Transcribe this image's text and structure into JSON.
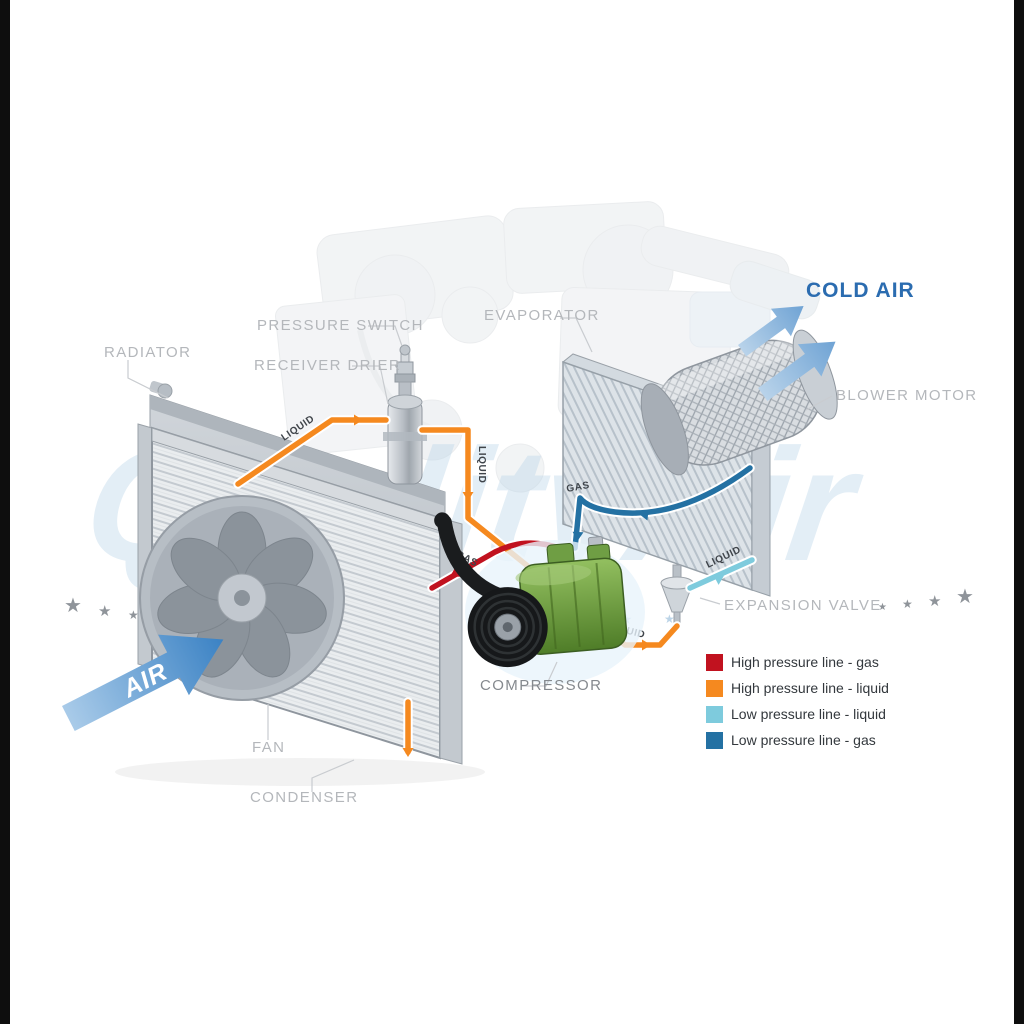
{
  "watermark": {
    "text": "QualityAir",
    "star": "★"
  },
  "component_labels": {
    "radiator": "RADIATOR",
    "pressure_switch": "PRESSURE SWITCH",
    "receiver_drier": "RECEIVER DRIER",
    "evaporator": "EVAPORATOR",
    "blower_motor": "BLOWER MOTOR",
    "expansion_valve": "EXPANSION VALVE",
    "compressor": "COMPRESSOR",
    "fan": "FAN",
    "condenser": "CONDENSER"
  },
  "flow_labels": {
    "cold_air": "COLD AIR",
    "air": "AIR",
    "gas": "GAS",
    "liquid": "LIQUID"
  },
  "legend": {
    "items": [
      {
        "color": "#c1121f",
        "label": "High pressure line - gas"
      },
      {
        "color": "#f5891f",
        "label": "High pressure line - liquid"
      },
      {
        "color": "#7ecbdd",
        "label": "Low pressure line - liquid"
      },
      {
        "color": "#2471a3",
        "label": "Low pressure line -  gas"
      }
    ]
  },
  "colors": {
    "high_pressure_gas": "#c1121f",
    "high_pressure_liquid": "#f5891f",
    "low_pressure_liquid": "#7ecbdd",
    "low_pressure_gas": "#2471a3",
    "cold_air_text": "#2b6cb0",
    "compressor_green": "#5f8f35",
    "label_gray": "#b4b7bb"
  }
}
